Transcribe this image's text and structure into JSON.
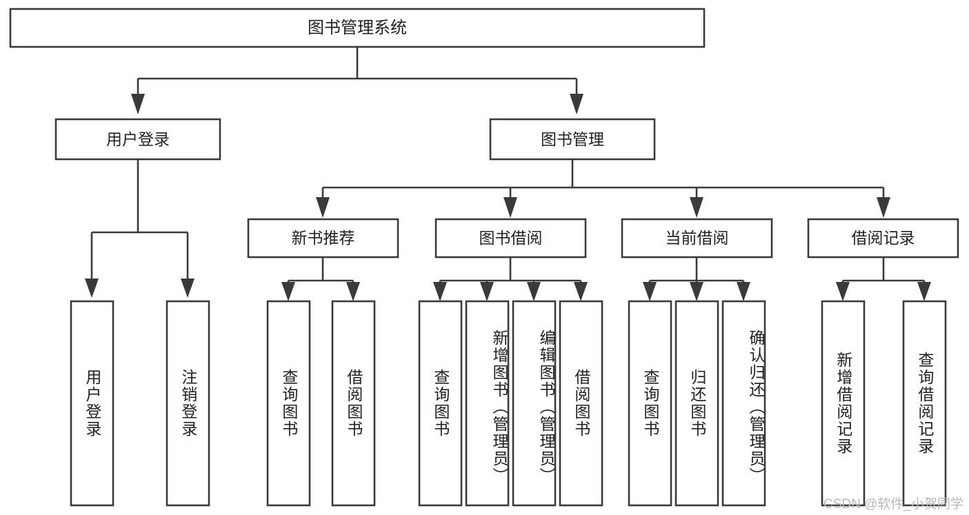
{
  "diagram": {
    "type": "tree-hierarchy",
    "title": "图书管理系统",
    "watermark": "CSDN @软件_小贺同学",
    "colors": {
      "stroke": "#3a3a3a",
      "box_fill": "#ffffff",
      "text": "#222222",
      "background": "#ffffff",
      "watermark": "#b9b9b9"
    },
    "levels": {
      "root": {
        "label": "图书管理系统"
      },
      "level2": [
        {
          "label": "用户登录"
        },
        {
          "label": "图书管理"
        }
      ],
      "level3": [
        {
          "label": "新书推荐"
        },
        {
          "label": "图书借阅"
        },
        {
          "label": "当前借阅"
        },
        {
          "label": "借阅记录"
        }
      ],
      "leaves": {
        "user_login": [
          {
            "label": "用户登录"
          },
          {
            "label": "注销登录"
          }
        ],
        "new_book_recommend": [
          {
            "label": "查询图书"
          },
          {
            "label": "借阅图书"
          }
        ],
        "book_borrow": [
          {
            "label": "查询图书"
          },
          {
            "label": "新增图书（管理员）"
          },
          {
            "label": "编辑图书（管理员）"
          },
          {
            "label": "借阅图书"
          }
        ],
        "current_borrow": [
          {
            "label": "查询图书"
          },
          {
            "label": "归还图书"
          },
          {
            "label": "确认归还（管理员）"
          }
        ],
        "borrow_record": [
          {
            "label": "新增借阅记录"
          },
          {
            "label": "查询借阅记录"
          }
        ]
      }
    }
  }
}
